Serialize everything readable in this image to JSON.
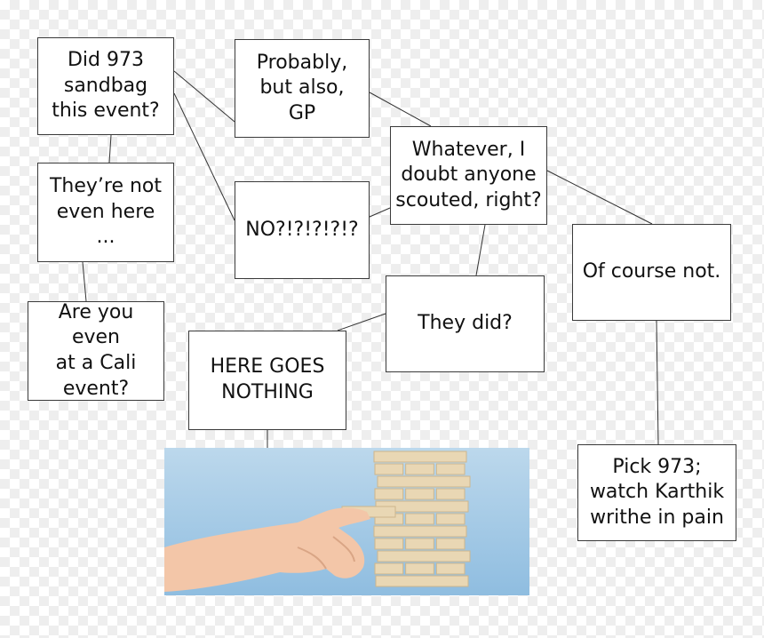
{
  "nodes": {
    "sandbag": "Did 973\nsandbag\nthis event?",
    "probably": "Probably,\nbut also,\nGP",
    "not_here": "They’re not\neven here\n...",
    "no": "NO?!?!?!?!?",
    "whatever": "Whatever, I\ndoubt anyone\nscouted, right?",
    "cali": "Are you even\nat a Cali\nevent?",
    "of_course": "Of course not.",
    "they_did": "They did?",
    "here_goes": "HERE GOES\nNOTHING",
    "pick": "Pick 973;\nwatch Karthik\nwrithe in pain"
  },
  "colors": {
    "line": "#333333",
    "photo_bg_top": "#bcd8ec",
    "photo_bg_bottom": "#8fbde0",
    "block": "#e9d7b4",
    "block_shade": "#cdb68c",
    "skin": "#f3c6a8"
  }
}
